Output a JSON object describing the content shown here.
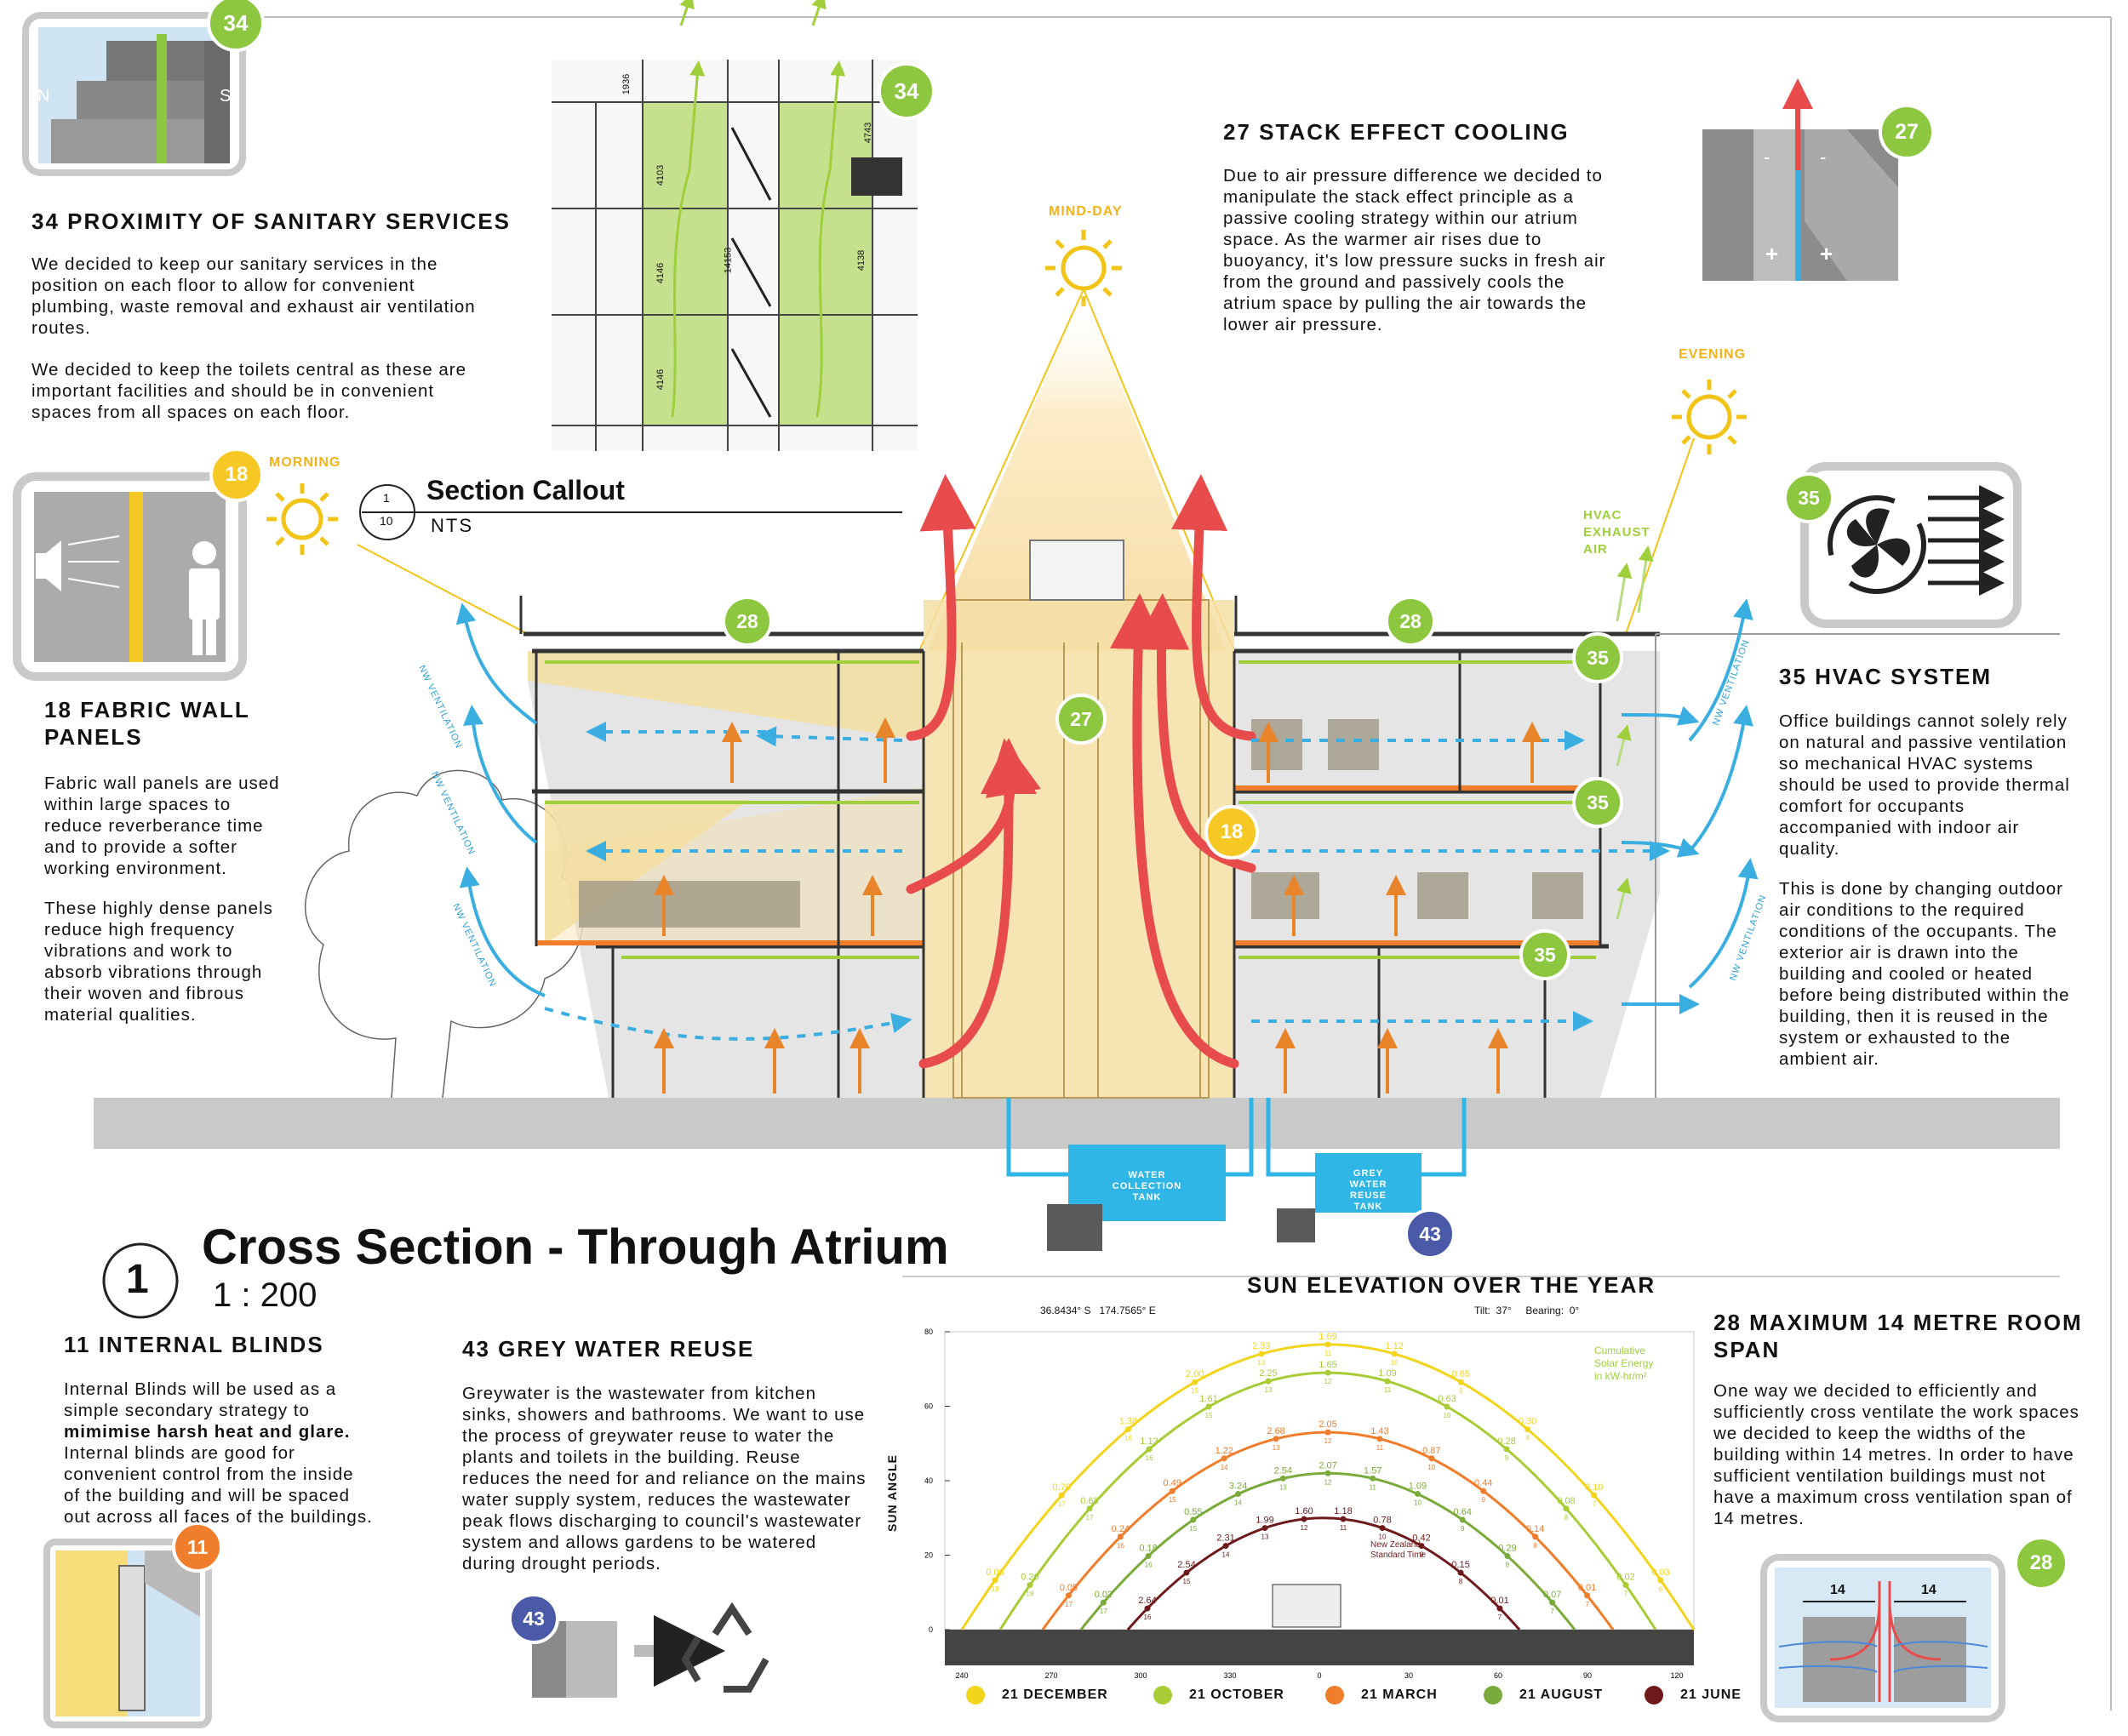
{
  "colors": {
    "green_badge": "#8dc63f",
    "yellow_badge": "#f5c823",
    "orange_badge": "#ef7d2c",
    "blue_badge": "#4a5aa8",
    "red_arrow": "#e84b4b",
    "blue_arrow": "#3aaee0",
    "orange_arrow": "#e8842a",
    "tank_blue": "#2fb6e6",
    "sun": "#f2c418"
  },
  "icons": [
    "sun-icon",
    "hvac-fan-icon",
    "recycle-icon",
    "speaker-icon",
    "person-icon",
    "tree-icon"
  ],
  "badges": {
    "b34": "34",
    "b27": "27",
    "b18": "18",
    "b35": "35",
    "b28": "28",
    "b43": "43",
    "b11": "11"
  },
  "sections": {
    "s34": {
      "title": "34 PROXIMITY OF SANITARY SERVICES",
      "body1": "We decided to keep our sanitary services in the\nposition on each floor to allow for convenient\nplumbing, waste removal and exhaust air ventilation\nroutes.",
      "body2": "We decided to keep the toilets central as these are\nimportant facilities and should be in convenient\nspaces from all spaces on each floor."
    },
    "s27": {
      "title": "27 STACK EFFECT COOLING",
      "body": "Due to air pressure difference we decided to\nmanipulate the stack effect principle as a\npassive cooling strategy within our atrium\nspace. As the warmer air rises due to\nbuoyancy, it's low pressure sucks in fresh air\nfrom the ground and passively cools the\natrium space by pulling the air towards the\nlower air pressure."
    },
    "s18": {
      "title": "18 FABRIC WALL\nPANELS",
      "body1": "Fabric wall panels are used\nwithin large spaces to\nreduce reverberance time\nand to provide a softer\nworking environment.",
      "body2": "These highly dense panels\nreduce high frequency\nvibrations and work to\nabsorb vibrations through\ntheir woven and fibrous\nmaterial qualities."
    },
    "s35": {
      "title": "35 HVAC SYSTEM",
      "body1": "Office buildings cannot solely rely\non natural and passive ventilation\nso mechanical HVAC systems\nshould be used to provide thermal\ncomfort for occupants\naccompanied with indoor air\nquality.",
      "body2": "This is done by changing outdoor\nair conditions to the required\nconditions of the occupants. The\nexterior air is drawn into the\nbuilding and cooled or heated\nbefore being distributed within the\nbuilding, then it is reused in the\nsystem or exhausted to the\nambient air."
    },
    "s11": {
      "title": "11 INTERNAL BLINDS",
      "body_a": "Internal Blinds will be used as a\nsimple secondary strategy to",
      "body_bold": "mimimise harsh heat and glare.",
      "body_b": "Internal blinds are good for\nconvenient control from the inside\nof the building and will be spaced\nout across all faces of the buildings."
    },
    "s43": {
      "title": "43 GREY WATER REUSE",
      "body": "Greywater is the wastewater from kitchen\nsinks, showers and bathrooms. We want to use\nthe process of greywater reuse to water the\nplants and toilets in the building. Reuse\nreduces the need for and reliance on the mains\nwater supply system, reduces the wastewater\npeak flows discharging to council's wastewater\nsystem and allows gardens to be watered\nduring drought periods."
    },
    "s28": {
      "title": "28 MAXIMUM 14 METRE ROOM\nSPAN",
      "body": "One way we decided to efficiently and\nsufficiently cross ventilate the work spaces\nwe decided to keep the widths of the\nbuilding within 14 metres. In order to have\nsufficient ventilation buildings must not\nhave a maximum cross ventilation span of\n14 metres."
    }
  },
  "labels": {
    "morning": "MORNING",
    "midday": "MIND-DAY",
    "evening": "EVENING",
    "hvac_exhaust": "HVAC\nEXHAUST\nAIR",
    "vent": "NW VENTILATION",
    "callout_title": "Section Callout",
    "callout_num": "1",
    "callout_sheet": "10",
    "callout_scale": "NTS",
    "main_title": "Cross Section - Through Atrium",
    "main_num": "1",
    "main_scale": "1 : 200",
    "water_tank": "WATER\nCOLLECTION\nTANK",
    "grey_tank": "GREY\nWATER\nREUSE\nTANK",
    "compass_n": "N",
    "compass_s": "S",
    "span_left": "14",
    "span_right": "14",
    "dims": [
      "1936",
      "4103",
      "4146",
      "4146",
      "14153",
      "4743",
      "4138"
    ]
  },
  "chart_data": {
    "type": "line",
    "title": "SUN ELEVATION OVER THE YEAR",
    "subtitle_left": "36.8434° S   174.7565° E",
    "subtitle_right": "Tilt:  37°     Bearing:  0°",
    "ylabel": "SUN ANGLE",
    "annotation": "Cumulative\nSolar Energy\nin kW-hr/m²",
    "inner_label": "New Zealand\nStandard Time",
    "x_ticks": [
      "240",
      "270",
      "300",
      "330",
      "0",
      "30",
      "60",
      "90",
      "120"
    ],
    "y_ticks": [
      "0",
      "20",
      "40",
      "60",
      "80"
    ],
    "xlim": [
      240,
      120
    ],
    "ylim": [
      0,
      80
    ],
    "series": [
      {
        "name": "21 DECEMBER",
        "color": "#f2d41a",
        "peak": 76.6,
        "points": [
          [
            "0.08",
            "18"
          ],
          [
            "0.70",
            "17"
          ],
          [
            "1.38",
            "16"
          ],
          [
            "2.00",
            "15"
          ],
          [
            "2.33",
            "13"
          ],
          [
            "1.69",
            "11"
          ],
          [
            "1.12",
            "10"
          ],
          [
            "0.65",
            "9"
          ],
          [
            "0.30",
            "8"
          ],
          [
            "0.10",
            "7"
          ],
          [
            "0.03",
            "6"
          ]
        ]
      },
      {
        "name": "21 OCTOBER",
        "color": "#a7cc35",
        "peak": 69,
        "points": [
          [
            "0.20",
            "18"
          ],
          [
            "0.68",
            "17"
          ],
          [
            "1.13",
            "16"
          ],
          [
            "1.61",
            "15"
          ],
          [
            "2.25",
            "13"
          ],
          [
            "1.65",
            "12"
          ],
          [
            "1.09",
            "11"
          ],
          [
            "0.63",
            "10"
          ],
          [
            "0.28",
            "9"
          ],
          [
            "0.08",
            "8"
          ],
          [
            "0.02",
            "7"
          ]
        ]
      },
      {
        "name": "21 MARCH",
        "color": "#ef7d2c",
        "peak": 53,
        "points": [
          [
            "0.05",
            "17"
          ],
          [
            "0.24",
            "16"
          ],
          [
            "0.49",
            "15"
          ],
          [
            "1.22",
            "14"
          ],
          [
            "2.68",
            "13"
          ],
          [
            "2.05",
            "12"
          ],
          [
            "1.43",
            "11"
          ],
          [
            "0.87",
            "10"
          ],
          [
            "0.44",
            "9"
          ],
          [
            "0.14",
            "8"
          ],
          [
            "0.01",
            "7"
          ]
        ]
      },
      {
        "name": "21 AUGUST",
        "color": "#7aab3a",
        "peak": 42,
        "points": [
          [
            "0.02",
            "17"
          ],
          [
            "0.18",
            "16"
          ],
          [
            "0.55",
            "15"
          ],
          [
            "3.24",
            "14"
          ],
          [
            "2.54",
            "13"
          ],
          [
            "2.07",
            "12"
          ],
          [
            "1.57",
            "11"
          ],
          [
            "1.09",
            "10"
          ],
          [
            "0.64",
            "9"
          ],
          [
            "0.29",
            "8"
          ],
          [
            "0.07",
            "7"
          ]
        ]
      },
      {
        "name": "21 JUNE",
        "color": "#6e1a1a",
        "peak": 30,
        "points": [
          [
            "2.64",
            "16"
          ],
          [
            "2.54",
            "15"
          ],
          [
            "2.31",
            "14"
          ],
          [
            "1.99",
            "13"
          ],
          [
            "1.60",
            "12"
          ],
          [
            "1.18",
            "11"
          ],
          [
            "0.78",
            "10"
          ],
          [
            "0.42",
            "9"
          ],
          [
            "0.15",
            "8"
          ],
          [
            "0.01",
            "7"
          ]
        ]
      }
    ]
  }
}
